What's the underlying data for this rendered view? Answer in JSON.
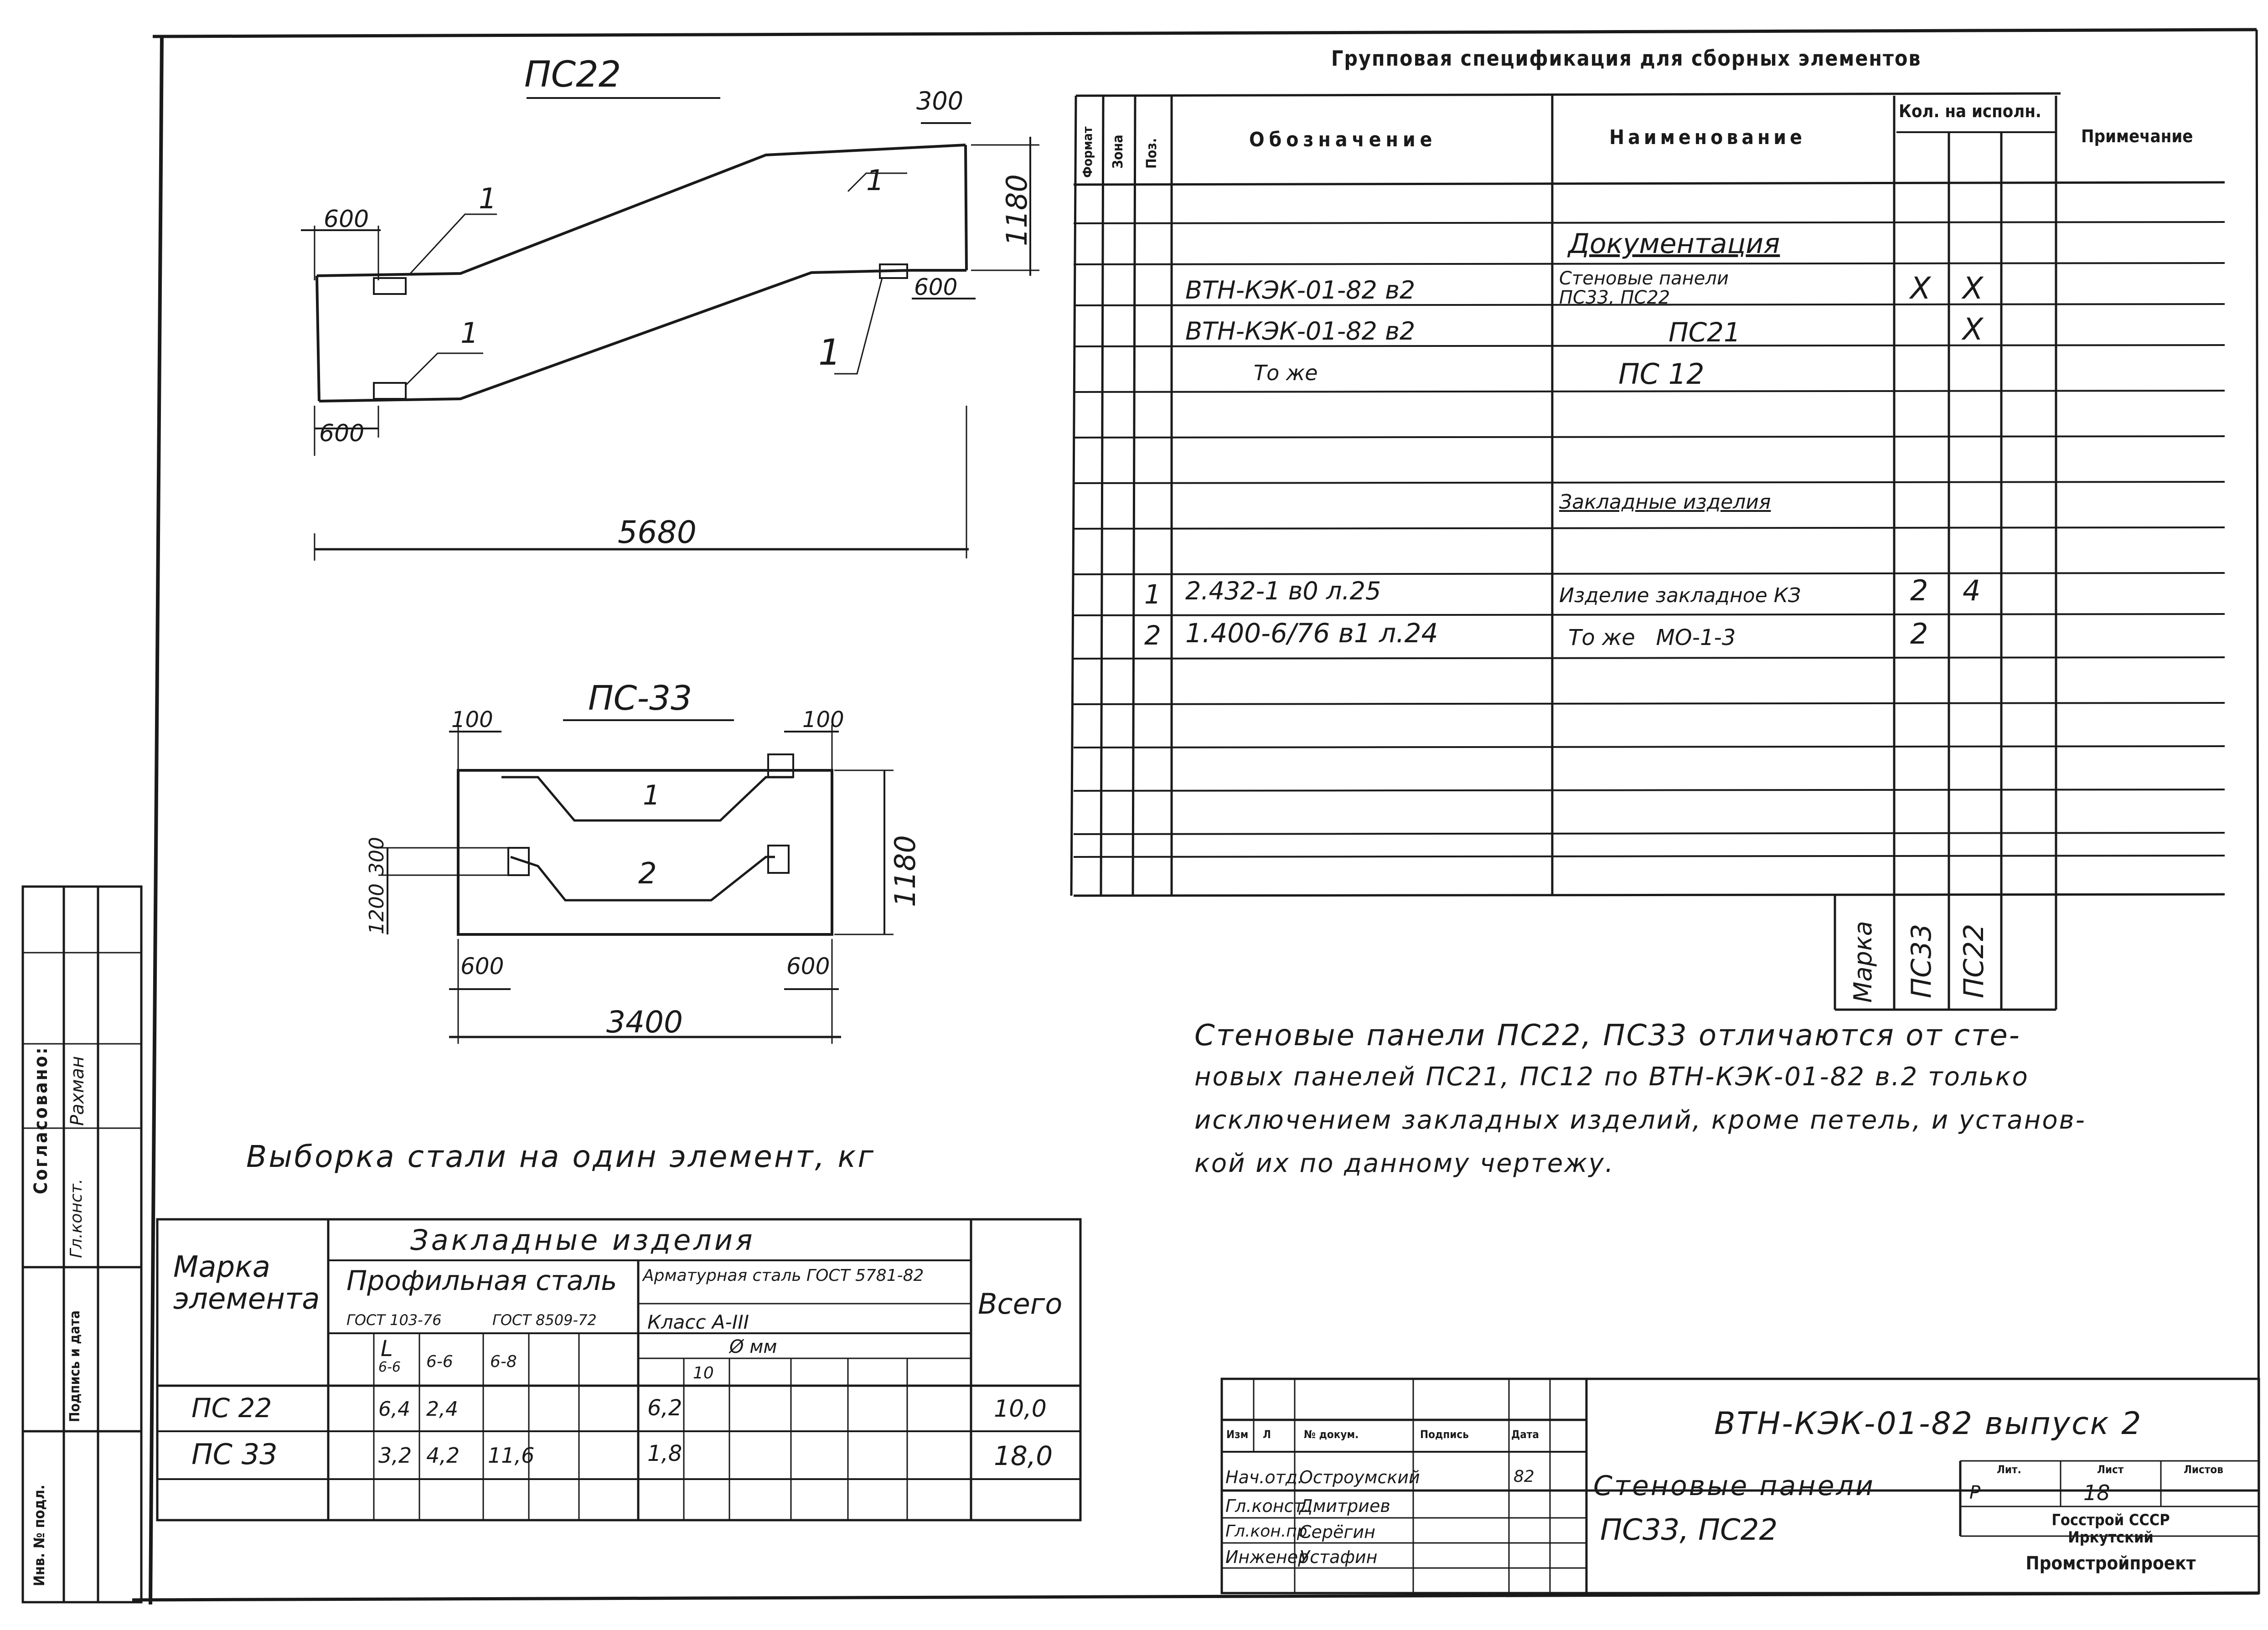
{
  "drawing_pc22": {
    "title": "ПС22",
    "dim_300": "300",
    "dim_1180": "1180",
    "dim_600_top": "600",
    "dim_600_right": "600",
    "dim_600_bottom": "600",
    "dim_5680": "5680",
    "pos_1a": "1",
    "pos_1b": "1",
    "pos_1c": "1",
    "pos_1d": "1"
  },
  "drawing_pc33": {
    "title": "ПС-33",
    "dim_100_left": "100",
    "dim_100_right": "100",
    "dim_300": "300",
    "dim_1200": "1200",
    "dim_1180": "1180",
    "dim_600_left": "600",
    "dim_600_right": "600",
    "dim_3400": "3400",
    "pos_1": "1",
    "pos_2": "2"
  },
  "spec": {
    "title": "Групповая спецификация для сборных элементов",
    "headers": {
      "format": "Формат",
      "zone": "Зона",
      "pos": "Поз.",
      "designation": "Обозначение",
      "name": "Наименование",
      "qty": "Кол. на исполн.",
      "note": "Примечание"
    },
    "rows": [
      {
        "pos": "",
        "designation": "",
        "name": "",
        "q1": "",
        "q2": "",
        "q3": ""
      },
      {
        "pos": "",
        "designation": "",
        "name": "Документация",
        "q1": "",
        "q2": "",
        "q3": ""
      },
      {
        "pos": "",
        "designation": "ВТН-КЭК-01-82 в2",
        "name": "Стеновые панели ПС33, ПС22",
        "q1": "X",
        "q2": "X",
        "q3": ""
      },
      {
        "pos": "",
        "designation": "ВТН-КЭК-01-82 в2",
        "name": "ПС21",
        "q1": "",
        "q2": "X",
        "q3": ""
      },
      {
        "pos": "",
        "designation": "То же",
        "name": "ПС 12",
        "q1": "",
        "q2": "",
        "q3": ""
      },
      {
        "pos": "",
        "designation": "",
        "name": "",
        "q1": "",
        "q2": "",
        "q3": ""
      },
      {
        "pos": "",
        "designation": "",
        "name": "",
        "q1": "",
        "q2": "",
        "q3": ""
      },
      {
        "pos": "",
        "designation": "",
        "name": "Закладные изделия",
        "q1": "",
        "q2": "",
        "q3": ""
      },
      {
        "pos": "",
        "designation": "",
        "name": "",
        "q1": "",
        "q2": "",
        "q3": ""
      },
      {
        "pos": "1",
        "designation": "2.432-1 в0 л.25",
        "name": "Изделие закладное КЗ",
        "q1": "2",
        "q2": "4",
        "q3": ""
      },
      {
        "pos": "2",
        "designation": "1.400-6/76 в1 л.24",
        "name": "То же   МО-1-3",
        "q1": "2",
        "q2": "",
        "q3": ""
      },
      {
        "pos": "",
        "designation": "",
        "name": "",
        "q1": "",
        "q2": "",
        "q3": ""
      },
      {
        "pos": "",
        "designation": "",
        "name": "",
        "q1": "",
        "q2": "",
        "q3": ""
      },
      {
        "pos": "",
        "designation": "",
        "name": "",
        "q1": "",
        "q2": "",
        "q3": ""
      },
      {
        "pos": "",
        "designation": "",
        "name": "",
        "q1": "",
        "q2": "",
        "q3": ""
      },
      {
        "pos": "",
        "designation": "",
        "name": "",
        "q1": "",
        "q2": "",
        "q3": ""
      },
      {
        "pos": "",
        "designation": "",
        "name": "",
        "q1": "",
        "q2": "",
        "q3": ""
      }
    ],
    "marka_label": "Марка",
    "marka_values": [
      "ПС33",
      "ПС22"
    ]
  },
  "note": {
    "lines": [
      "Стеновые панели ПС22, ПС33 отличаются от сте-",
      "новых панелей ПС21, ПС12 по ВТН-КЭК-01-82 в.2 только",
      "исключением закладных изделий, кроме петель, и установ-",
      "кой их по данному чертежу."
    ]
  },
  "steel": {
    "title": "Выборка стали на один элемент, кг",
    "header_marka": "Марка элемента",
    "header_embedded": "Закладные изделия",
    "header_profile": "Профильная сталь",
    "header_gost_a": "ГОСТ 103-76",
    "header_gost_b": "ГОСТ 8509-72",
    "header_rebar": "Арматурная сталь ГОСТ 5781-82",
    "header_class": "Класс А-III",
    "header_d": "Ø мм",
    "sub_l": "L",
    "sub_1": "6-6",
    "sub_2": "6-6",
    "sub_3": "6-8",
    "sub_d": "10",
    "header_total": "Всего",
    "rows": [
      {
        "mark": "ПС 22",
        "c1": "6,4",
        "c2": "2,4",
        "c3": "",
        "r1": "6,2",
        "total": "10,0"
      },
      {
        "mark": "ПС 33",
        "c1": "3,2",
        "c2": "4,2",
        "c3": "11,6",
        "r1": "1,8",
        "total": "18,0"
      }
    ]
  },
  "stamp": {
    "code": "ВТН-КЭК-01-82 выпуск 2",
    "headers": {
      "izm": "Изм",
      "list": "Л",
      "doc": "№ докум.",
      "sign": "Подпись",
      "date": "Дата"
    },
    "roles": [
      {
        "role": "Нач.отд.",
        "name": "Остроумский",
        "date": "82"
      },
      {
        "role": "Гл.конст.",
        "name": "Дмитриев",
        "date": ""
      },
      {
        "role": "Гл.кон.пр.",
        "name": "Серёгин",
        "date": ""
      },
      {
        "role": "Инженер",
        "name": "Устафин",
        "date": ""
      }
    ],
    "title_line1": "Стеновые панели",
    "title_line2": "ПС33, ПС22",
    "lit_label": "Лит.",
    "sheet_label": "Лист",
    "sheets_label": "Листов",
    "lit_value": "Р",
    "sheet_value": "18",
    "org_line1": "Госстрой СССР",
    "org_line2": "Иркутский",
    "org_line3": "Промстройпроект"
  },
  "side_stamp": {
    "agreed": "Согласовано:",
    "role": "Гл.конст.",
    "name": "Рахман",
    "inv": "Инв. № подл.",
    "sign_date": "Подпись и дата"
  }
}
